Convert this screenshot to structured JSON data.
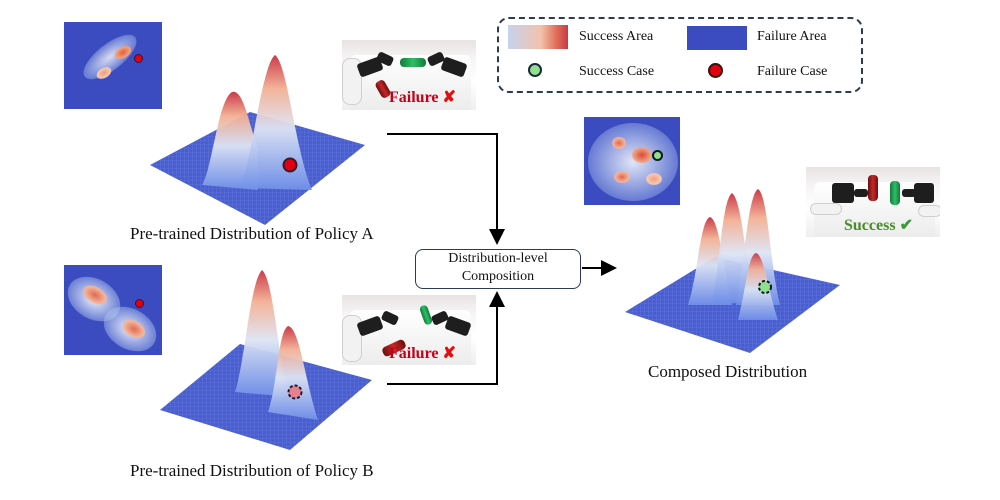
{
  "legend": {
    "success_area": "Success Area",
    "failure_area": "Failure Area",
    "success_case": "Success Case",
    "failure_case": "Failure Case",
    "colors": {
      "success_gradient_start": "#c5d3ee",
      "success_gradient_mid": "#f2b49a",
      "success_gradient_end": "#c53a4a",
      "failure_area": "#3b4cc0",
      "success_case": "#90e090",
      "failure_case": "#e00010"
    }
  },
  "policy_a": {
    "caption": "Pre-trained Distribution of Policy A",
    "photo_label": "Failure",
    "photo_mark": "✘",
    "case": "failure"
  },
  "policy_b": {
    "caption": "Pre-trained Distribution of Policy B",
    "photo_label": "Failure",
    "photo_mark": "✘",
    "case": "failure"
  },
  "composition": {
    "line1": "Distribution-level",
    "line2": "Composition"
  },
  "composed": {
    "caption": "Composed Distribution",
    "photo_label": "Success",
    "photo_mark": "✔",
    "case": "success"
  }
}
